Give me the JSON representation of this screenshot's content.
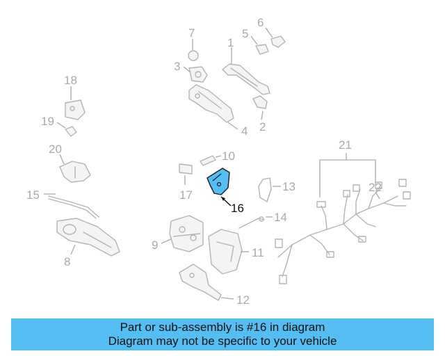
{
  "diagram": {
    "labels": [
      "1",
      "2",
      "3",
      "4",
      "5",
      "6",
      "7",
      "8",
      "9",
      "10",
      "11",
      "12",
      "14",
      "15",
      "16",
      "17",
      "18",
      "19",
      "20",
      "21",
      "22",
      "13"
    ],
    "highlighted_part": "16",
    "highlight_color": "#54bef3",
    "line_color": "#b3b3b3"
  },
  "banner": {
    "line1": "Part or sub-assembly is #16 in diagram",
    "line2": "Diagram may not be specific to your vehicle",
    "background": "#54bef3"
  }
}
